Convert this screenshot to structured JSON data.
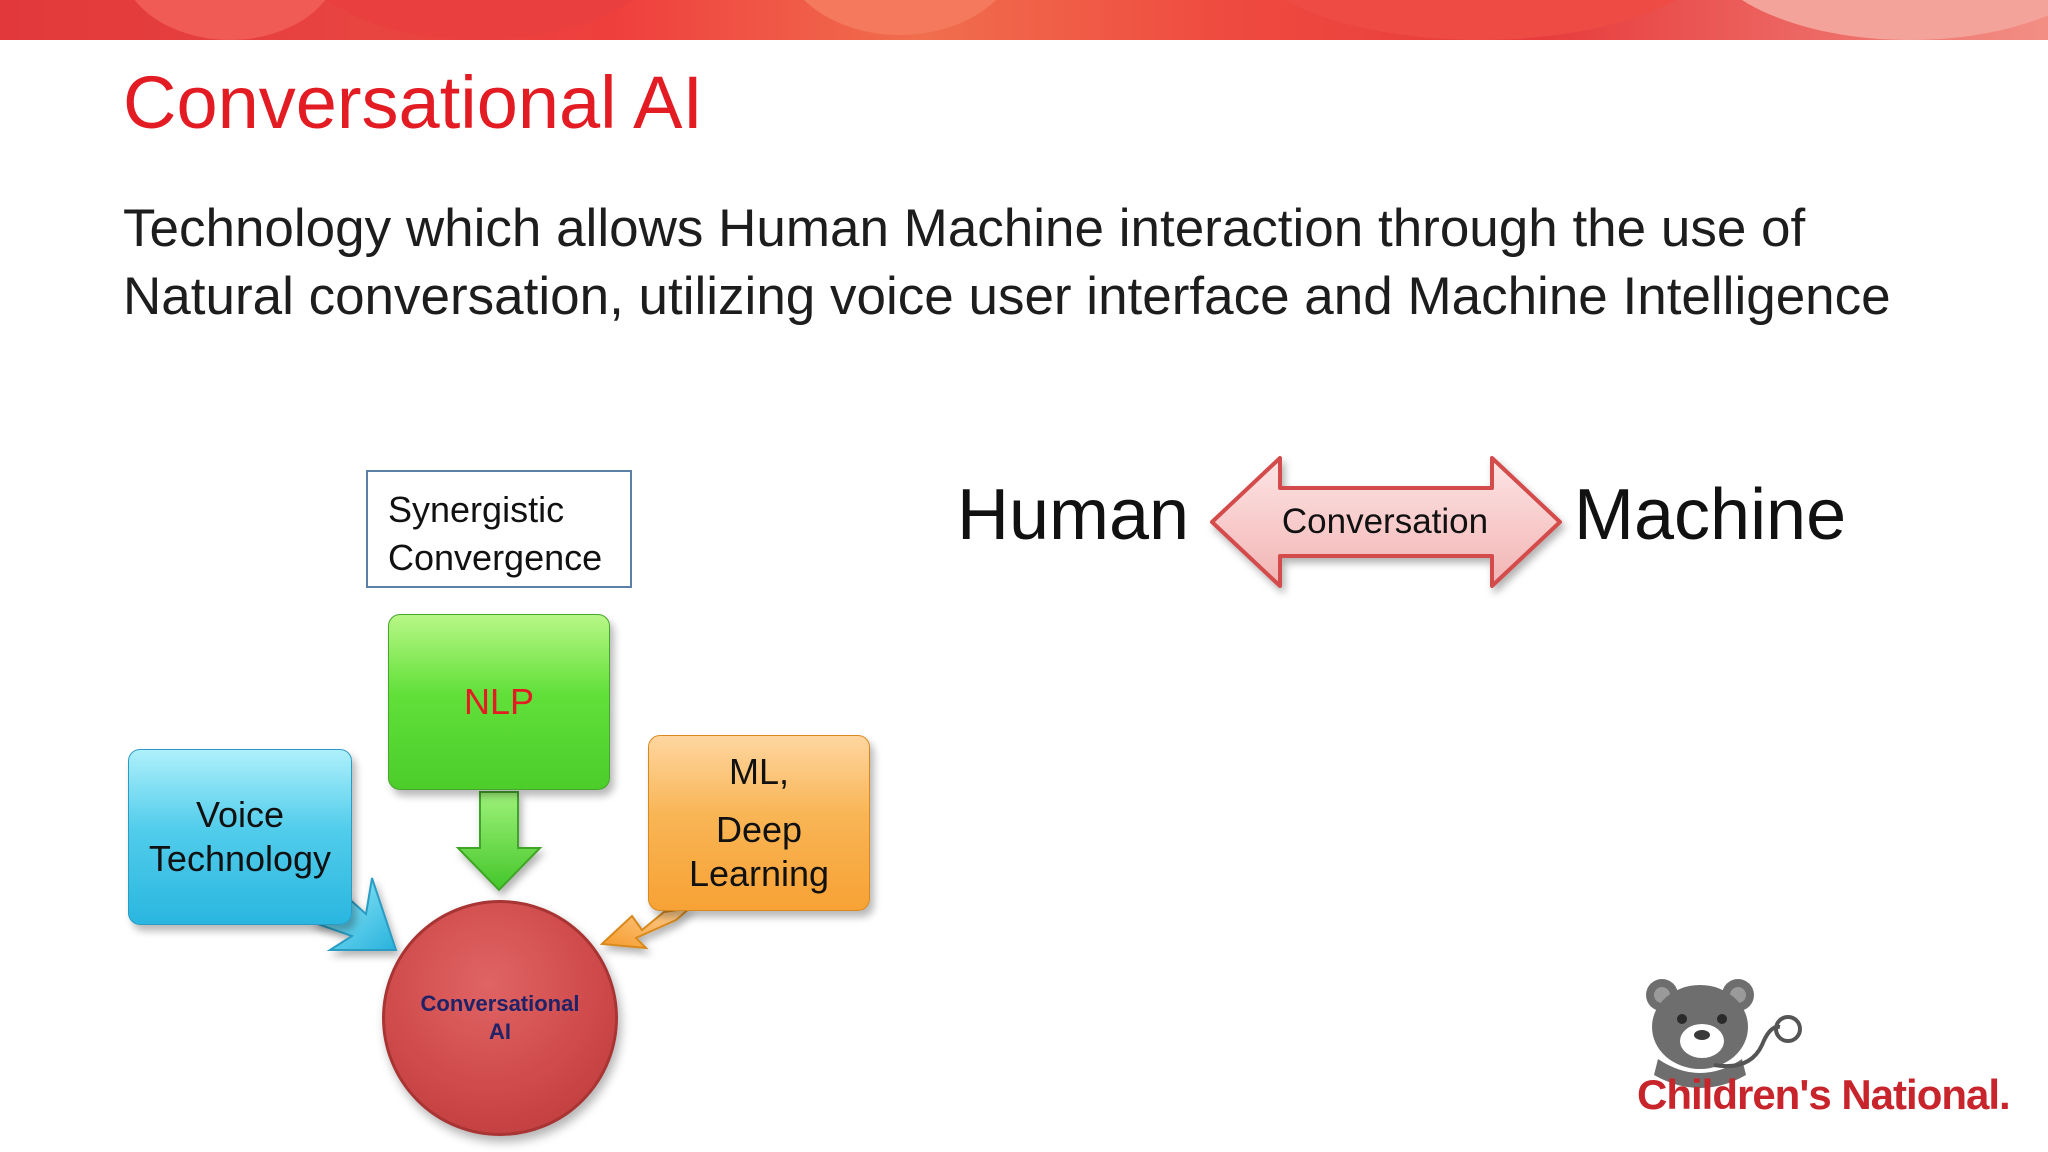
{
  "slide": {
    "title": "Conversational AI",
    "body_lines": [
      "Technology which allows Human Machine interaction through the use of",
      "Natural conversation, utilizing voice user interface and Machine Intelligence"
    ]
  },
  "diagram": {
    "top_label_lines": [
      "Synergistic",
      "Convergence"
    ],
    "nlp": "NLP",
    "voice_lines": [
      "Voice",
      "Technology"
    ],
    "ml_lines": [
      "ML,",
      "Deep",
      "Learning"
    ],
    "core_lines": [
      "Conversational",
      "AI"
    ]
  },
  "interaction": {
    "left": "Human",
    "arrow": "Conversation",
    "right": "Machine"
  },
  "logo": {
    "text": "Children's National."
  },
  "colors": {
    "title": "#e31b23",
    "nlp_text": "#e31b23",
    "green_block": "#5ad836",
    "blue_block": "#3fc3e7",
    "orange_block": "#f8aa40",
    "core_circle": "#cf4a4a",
    "arrow_fill": "#f7c7c7",
    "arrow_stroke": "#d34b4b",
    "logo": "#c8242b"
  }
}
